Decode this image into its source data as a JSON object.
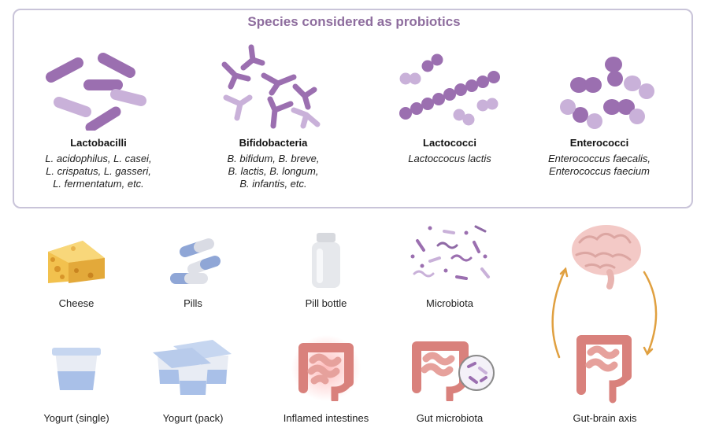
{
  "panel": {
    "title": "Species considered as probiotics",
    "species": [
      {
        "name": "Lactobacilli",
        "examples": "L. acidophilus, L. casei,\nL. crispatus, L. gasseri,\nL. fermentatum, etc."
      },
      {
        "name": "Bifidobacteria",
        "examples": "B. bifidum, B. breve,\nB. lactis, B. longum,\nB. infantis, etc."
      },
      {
        "name": "Lactococci",
        "examples": "Lactoccocus lactis"
      },
      {
        "name": "Enterococci",
        "examples": "Enterococcus faecalis,\nEnterococcus faecium"
      }
    ]
  },
  "items": {
    "cheese": "Cheese",
    "pills": "Pills",
    "pill_bottle": "Pill bottle",
    "microbiota": "Microbiota",
    "yogurt_single": "Yogurt (single)",
    "yogurt_pack": "Yogurt (pack)",
    "inflamed_intestines": "Inflamed intestines",
    "gut_microbiota": "Gut microbiota",
    "gut_brain_axis": "Gut-brain axis"
  },
  "colors": {
    "bacteria_dark": "#9b6fb0",
    "bacteria_light": "#c9b1d9",
    "panel_border": "#c9c4d9",
    "title": "#8e6d9e",
    "arrow": "#e0a040",
    "intestine": "#d98b86"
  }
}
